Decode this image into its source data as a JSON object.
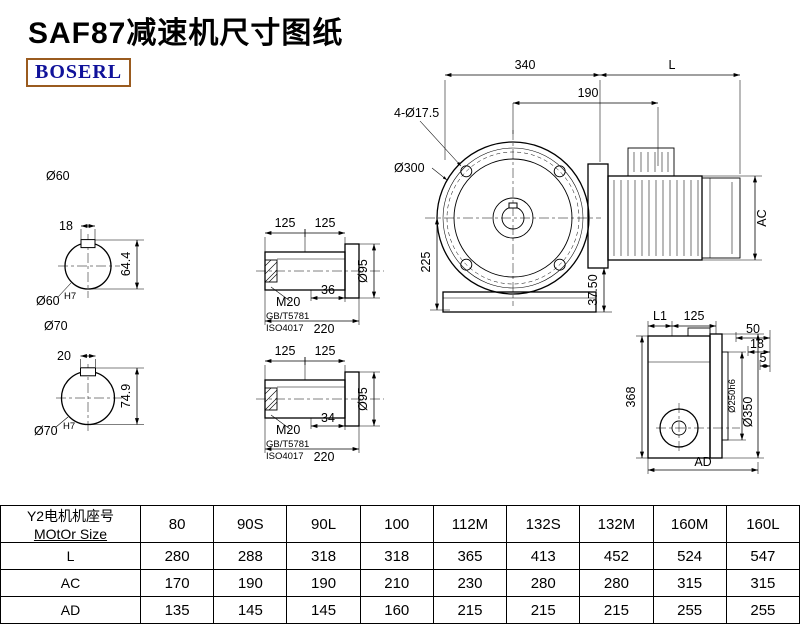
{
  "title": "SAF87减速机尺寸图纸",
  "logo": "BOSERL",
  "views": {
    "end_top": {
      "label": "Ø60",
      "key_w": "18",
      "total_h": "64.4",
      "fit": "Ø60",
      "fit_tol": "H7"
    },
    "end_bot": {
      "label": "Ø70",
      "key_w": "20",
      "total_h": "74.9",
      "fit": "Ø70",
      "fit_tol": "H7"
    },
    "shaft_top": {
      "seg1": "125",
      "seg2": "125",
      "thread": "M20",
      "std1": "GB/T5781",
      "std2": "ISO4017",
      "key_len": "36",
      "length": "220",
      "dia": "Ø95"
    },
    "shaft_bot": {
      "seg1": "125",
      "seg2": "125",
      "thread": "M20",
      "std1": "GB/T5781",
      "std2": "ISO4017",
      "key_len": "34",
      "length": "220",
      "dia": "Ø95"
    },
    "front": {
      "width": "340",
      "motor_len": "L",
      "flange_to_motor": "190",
      "bolt_holes": "4-Ø17.5",
      "flange_dia": "Ø300",
      "height": "225",
      "base_h": "37.50",
      "motor_dia": "AC"
    },
    "side": {
      "l1": "L1",
      "depth": "125",
      "s1": "50",
      "s2": "18",
      "s3": "5",
      "height": "368",
      "spigot_dia": "Ø250h6",
      "flange_dia": "Ø350",
      "ad": "AD"
    }
  },
  "table": {
    "header_col1_line1": "Y2电机机座号",
    "header_col1_line2": "MOtOr Size",
    "frame_sizes": [
      "80",
      "90S",
      "90L",
      "100",
      "112M",
      "132S",
      "132M",
      "160M",
      "160L"
    ],
    "rows": [
      {
        "label": "L",
        "values": [
          "280",
          "288",
          "318",
          "318",
          "365",
          "413",
          "452",
          "524",
          "547"
        ]
      },
      {
        "label": "AC",
        "values": [
          "170",
          "190",
          "190",
          "210",
          "230",
          "280",
          "280",
          "315",
          "315"
        ]
      },
      {
        "label": "AD",
        "values": [
          "135",
          "145",
          "145",
          "160",
          "215",
          "215",
          "215",
          "255",
          "255"
        ]
      }
    ]
  }
}
